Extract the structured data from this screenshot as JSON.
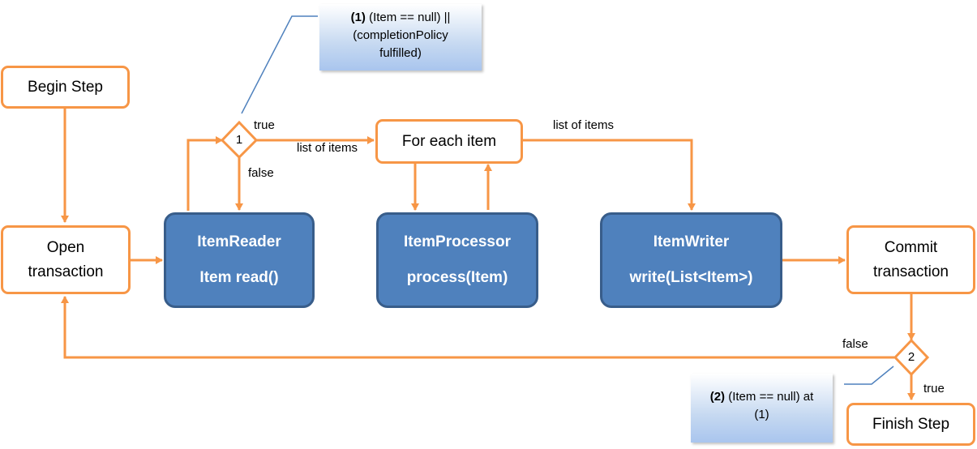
{
  "nodes": {
    "begin_step": "Begin Step",
    "open_transaction": [
      "Open",
      "transaction"
    ],
    "for_each_item": "For each item",
    "commit_transaction": [
      "Commit",
      "transaction"
    ],
    "finish_step": "Finish Step",
    "item_reader": {
      "name": "ItemReader",
      "method": "Item read()"
    },
    "item_processor": {
      "name": "ItemProcessor",
      "method": "process(Item)"
    },
    "item_writer": {
      "name": "ItemWriter",
      "method": "write(List<Item>)"
    }
  },
  "decisions": {
    "d1": "1",
    "d2": "2"
  },
  "edge_labels": {
    "d1_true": "true",
    "d1_false": "false",
    "d1_to_foreach": "list of items",
    "foreach_to_writer": "list of items",
    "d2_false": "false",
    "d2_true": "true"
  },
  "notes": {
    "note1": {
      "bold": "(1)",
      "text": " (Item == null)  ||",
      "line2": "(completionPolicy",
      "line3": "fulfilled)"
    },
    "note2": {
      "bold": "(2)",
      "text": " (Item == null) at",
      "line2": "(1)"
    }
  },
  "colors": {
    "flow": "#f79646",
    "component_fill": "#4f81bd",
    "component_border": "#385d8a",
    "callout_line": "#4f81bd"
  }
}
